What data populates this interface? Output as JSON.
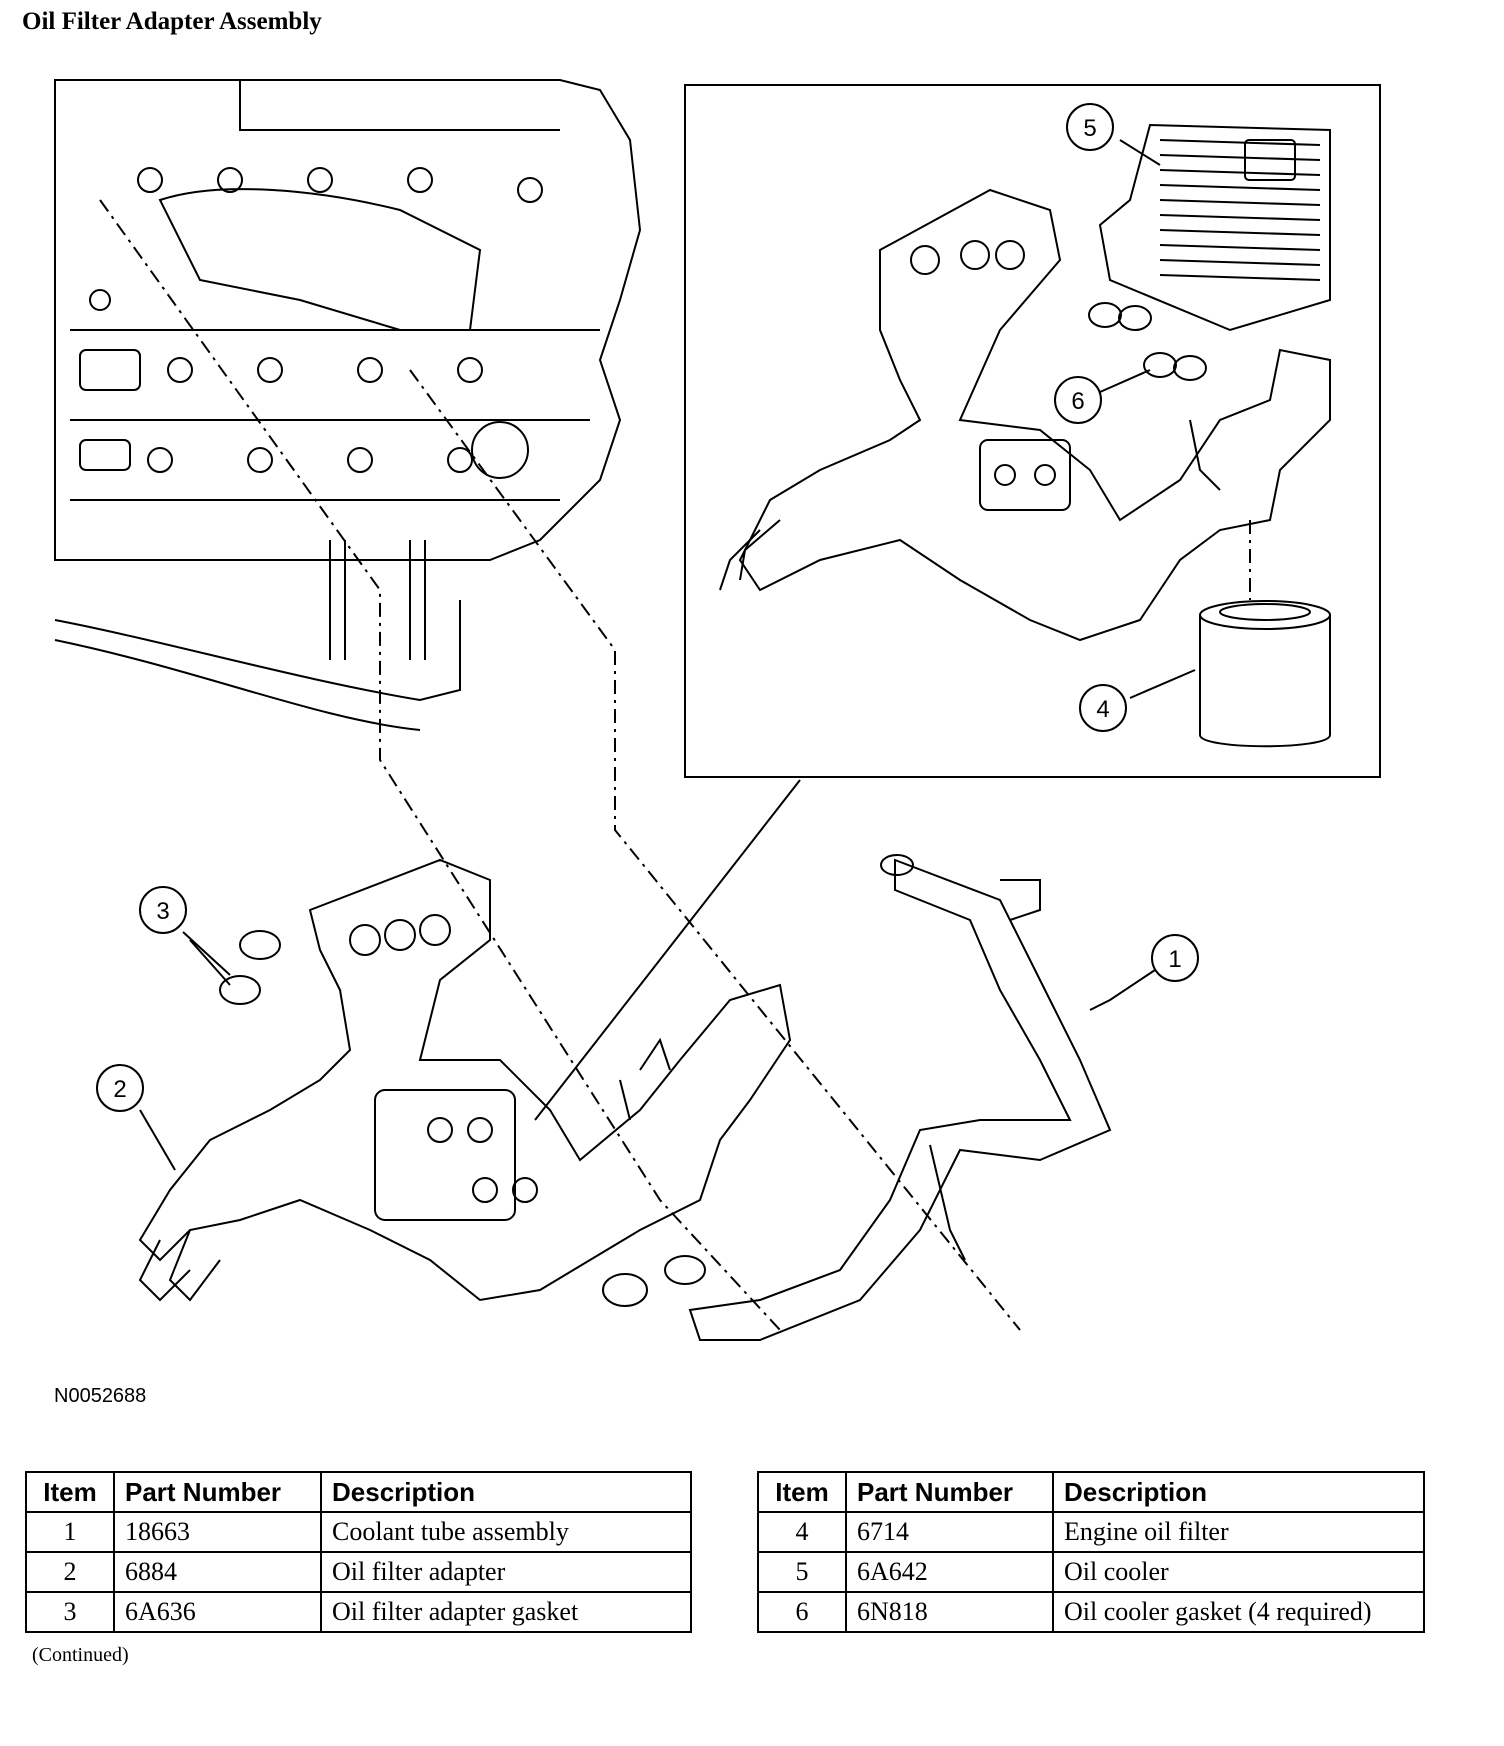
{
  "page_title": "Oil Filter Adapter Assembly",
  "figure_id": "N0052688",
  "callouts": [
    "1",
    "2",
    "3",
    "4",
    "5",
    "6"
  ],
  "table_headers": {
    "item": "Item",
    "part_number": "Part Number",
    "description": "Description"
  },
  "parts_left": [
    {
      "item": "1",
      "part_number": "18663",
      "description": "Coolant tube assembly"
    },
    {
      "item": "2",
      "part_number": "6884",
      "description": "Oil filter adapter"
    },
    {
      "item": "3",
      "part_number": "6A636",
      "description": "Oil filter adapter gasket"
    }
  ],
  "parts_right": [
    {
      "item": "4",
      "part_number": "6714",
      "description": "Engine oil filter"
    },
    {
      "item": "5",
      "part_number": "6A642",
      "description": "Oil cooler"
    },
    {
      "item": "6",
      "part_number": "6N818",
      "description": "Oil cooler gasket (4 required)"
    }
  ],
  "continued_note": "(Continued)"
}
